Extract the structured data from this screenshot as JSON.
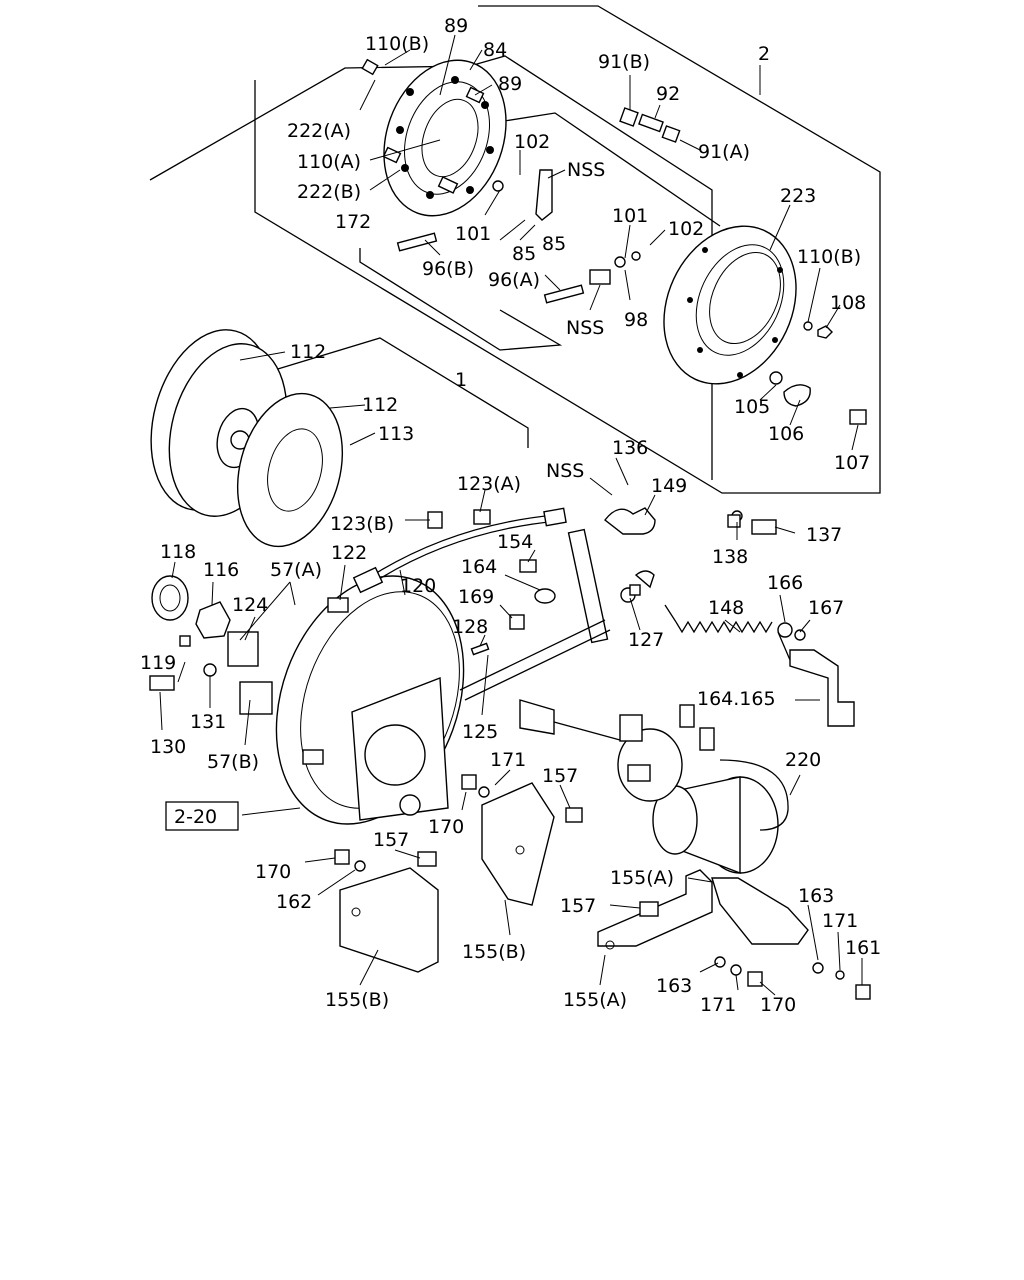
{
  "ref_box": "2-20",
  "labels": [
    {
      "id": "l_110b_top",
      "text": "110(B)"
    },
    {
      "id": "l_89a",
      "text": "89"
    },
    {
      "id": "l_84",
      "text": "84"
    },
    {
      "id": "l_89b",
      "text": "89"
    },
    {
      "id": "l_91b",
      "text": "91(B)"
    },
    {
      "id": "l_2",
      "text": "2"
    },
    {
      "id": "l_92",
      "text": "92"
    },
    {
      "id": "l_91a",
      "text": "91(A)"
    },
    {
      "id": "l_222a",
      "text": "222(A)"
    },
    {
      "id": "l_102a",
      "text": "102"
    },
    {
      "id": "l_nss1",
      "text": "NSS"
    },
    {
      "id": "l_110a",
      "text": "110(A)"
    },
    {
      "id": "l_222b",
      "text": "222(B)"
    },
    {
      "id": "l_223",
      "text": "223"
    },
    {
      "id": "l_172",
      "text": "172"
    },
    {
      "id": "l_101a",
      "text": "101"
    },
    {
      "id": "l_85a",
      "text": "85"
    },
    {
      "id": "l_85b",
      "text": "85"
    },
    {
      "id": "l_101b",
      "text": "101"
    },
    {
      "id": "l_102b",
      "text": "102"
    },
    {
      "id": "l_110b_right",
      "text": "110(B)"
    },
    {
      "id": "l_96b",
      "text": "96(B)"
    },
    {
      "id": "l_96a",
      "text": "96(A)"
    },
    {
      "id": "l_108",
      "text": "108"
    },
    {
      "id": "l_nss2",
      "text": "NSS"
    },
    {
      "id": "l_98",
      "text": "98"
    },
    {
      "id": "l_112a",
      "text": "112"
    },
    {
      "id": "l_1",
      "text": "1"
    },
    {
      "id": "l_105",
      "text": "105"
    },
    {
      "id": "l_112b",
      "text": "112"
    },
    {
      "id": "l_113",
      "text": "113"
    },
    {
      "id": "l_106",
      "text": "106"
    },
    {
      "id": "l_136",
      "text": "136"
    },
    {
      "id": "l_nss3",
      "text": "NSS"
    },
    {
      "id": "l_107",
      "text": "107"
    },
    {
      "id": "l_123a",
      "text": "123(A)"
    },
    {
      "id": "l_149",
      "text": "149"
    },
    {
      "id": "l_123b",
      "text": "123(B)"
    },
    {
      "id": "l_137",
      "text": "137"
    },
    {
      "id": "l_154",
      "text": "154"
    },
    {
      "id": "l_138",
      "text": "138"
    },
    {
      "id": "l_118",
      "text": "118"
    },
    {
      "id": "l_122",
      "text": "122"
    },
    {
      "id": "l_116",
      "text": "116"
    },
    {
      "id": "l_57a",
      "text": "57(A)"
    },
    {
      "id": "l_164",
      "text": "164"
    },
    {
      "id": "l_120",
      "text": "120"
    },
    {
      "id": "l_166",
      "text": "166"
    },
    {
      "id": "l_124",
      "text": "124"
    },
    {
      "id": "l_169",
      "text": "169"
    },
    {
      "id": "l_148",
      "text": "148"
    },
    {
      "id": "l_167",
      "text": "167"
    },
    {
      "id": "l_128",
      "text": "128"
    },
    {
      "id": "l_127",
      "text": "127"
    },
    {
      "id": "l_119",
      "text": "119"
    },
    {
      "id": "l_164165",
      "text": "164.165"
    },
    {
      "id": "l_131",
      "text": "131"
    },
    {
      "id": "l_130",
      "text": "130"
    },
    {
      "id": "l_125",
      "text": "125"
    },
    {
      "id": "l_220",
      "text": "220"
    },
    {
      "id": "l_57b",
      "text": "57(B)"
    },
    {
      "id": "l_171a",
      "text": "171"
    },
    {
      "id": "l_157a",
      "text": "157"
    },
    {
      "id": "l_170a",
      "text": "170"
    },
    {
      "id": "l_157b",
      "text": "157"
    },
    {
      "id": "l_170b",
      "text": "170"
    },
    {
      "id": "l_155a_top",
      "text": "155(A)"
    },
    {
      "id": "l_163a",
      "text": "163"
    },
    {
      "id": "l_162",
      "text": "162"
    },
    {
      "id": "l_157c",
      "text": "157"
    },
    {
      "id": "l_171b",
      "text": "171"
    },
    {
      "id": "l_161",
      "text": "161"
    },
    {
      "id": "l_155b_mid",
      "text": "155(B)"
    },
    {
      "id": "l_163b",
      "text": "163"
    },
    {
      "id": "l_171c",
      "text": "171"
    },
    {
      "id": "l_170c",
      "text": "170"
    },
    {
      "id": "l_155b_bot",
      "text": "155(B)"
    },
    {
      "id": "l_155a_bot",
      "text": "155(A)"
    }
  ]
}
